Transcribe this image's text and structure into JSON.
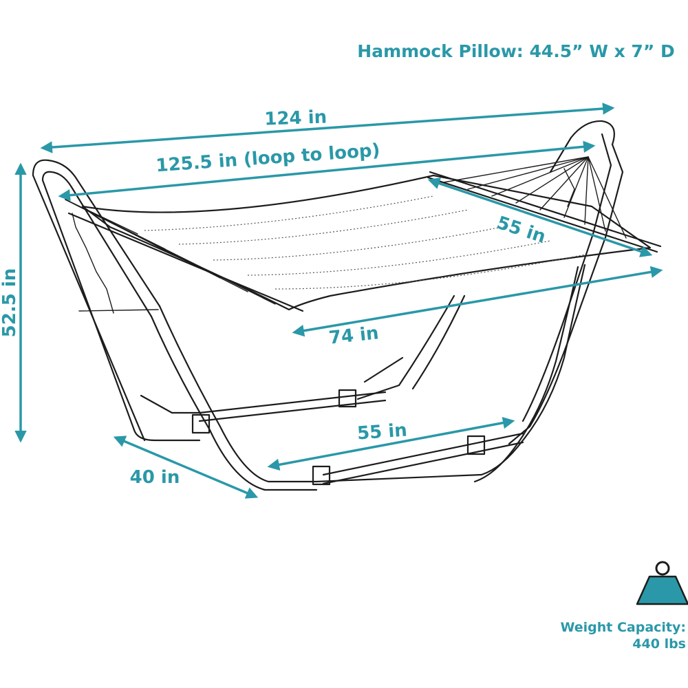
{
  "pillow_label": "Hammock Pillow: 44.5” W x 7” D",
  "dimensions": {
    "overall_length": "124 in",
    "loop_to_loop": "125.5 in (loop to loop)",
    "bed_width": "55 in",
    "bed_length": "74 in",
    "height": "52.5 in",
    "depth": "40 in",
    "base_width": "55 in"
  },
  "weight": {
    "label": "Weight Capacity:",
    "value": "440 lbs"
  },
  "colors": {
    "accent": "#2a98a8",
    "line": "#1c1c1c"
  },
  "icons": [
    "weight-icon"
  ]
}
